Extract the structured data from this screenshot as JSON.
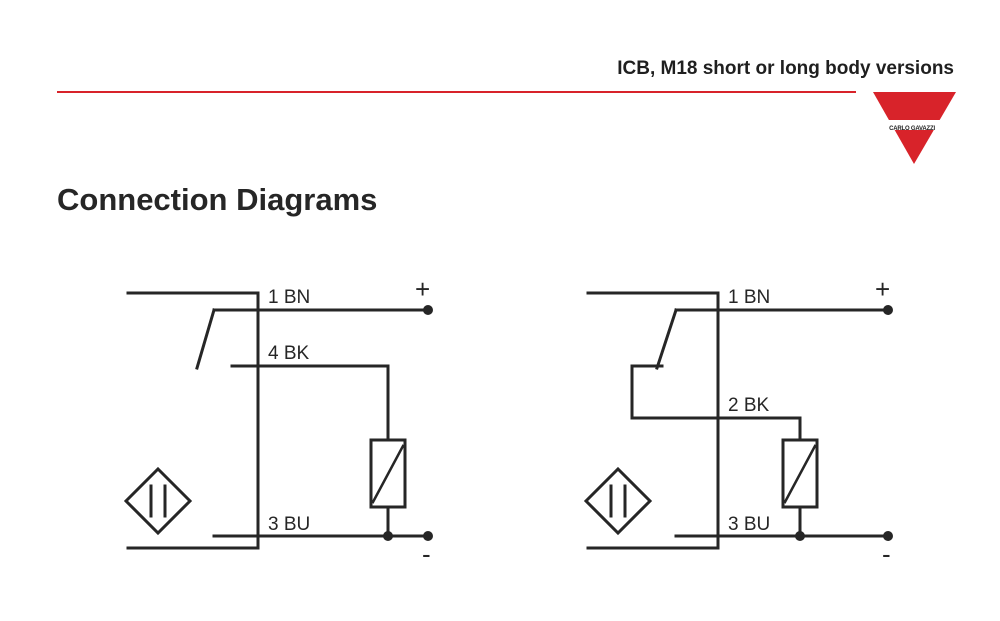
{
  "header": {
    "title": "ICB, M18 short or long body versions",
    "brand_color": "#d8232a",
    "logo_text": "CARLO GAVAZZI"
  },
  "section_title": "Connection Diagrams",
  "diagrams": [
    {
      "type": "NO",
      "wire_top": "1 BN",
      "wire_output": "4 BK",
      "wire_bottom": "3 BU",
      "plus": "+",
      "minus": "-"
    },
    {
      "type": "NC",
      "wire_top": "1 BN",
      "wire_output": "2 BK",
      "wire_bottom": "3 BU",
      "plus": "+",
      "minus": "-"
    }
  ]
}
